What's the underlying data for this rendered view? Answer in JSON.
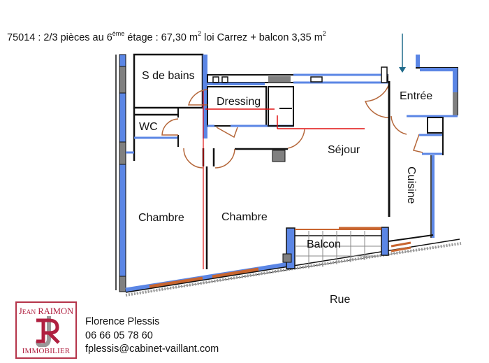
{
  "header": {
    "prefix": "75014 : 2/3 pièces au 6",
    "floor_suffix": "ème",
    "middle": " étage : 67,30 m",
    "sq": "2",
    "middle2": " loi Carrez + balcon 3,35 m",
    "sq2": "2"
  },
  "rooms": {
    "salle_de_bains": "S de bains",
    "dressing": "Dressing",
    "wc": "WC",
    "sejour": "Séjour",
    "entree": "Entrée",
    "cuisine": "Cuisine",
    "chambre1": "Chambre",
    "chambre2": "Chambre",
    "balcon": "Balcon"
  },
  "street": "Rue",
  "agency": {
    "name_first_initial": "J",
    "name_first_rest": "EAN",
    "name_last": "RAIMON",
    "subtitle": "IMMOBILIER",
    "monogram": "JR",
    "brand_color": "#b02040"
  },
  "contact": {
    "name": "Florence Plessis",
    "phone": "06 66 05 78 60",
    "email": "fplessis@cabinet-vaillant.com"
  },
  "colors": {
    "wall_blue": "#5b86e5",
    "wall_black": "#111111",
    "door_arc": "#b5673a",
    "red_line": "#e01010",
    "arrow": "#1f6a8a",
    "window_wood": "#c8652f",
    "grey_block": "#808080"
  }
}
